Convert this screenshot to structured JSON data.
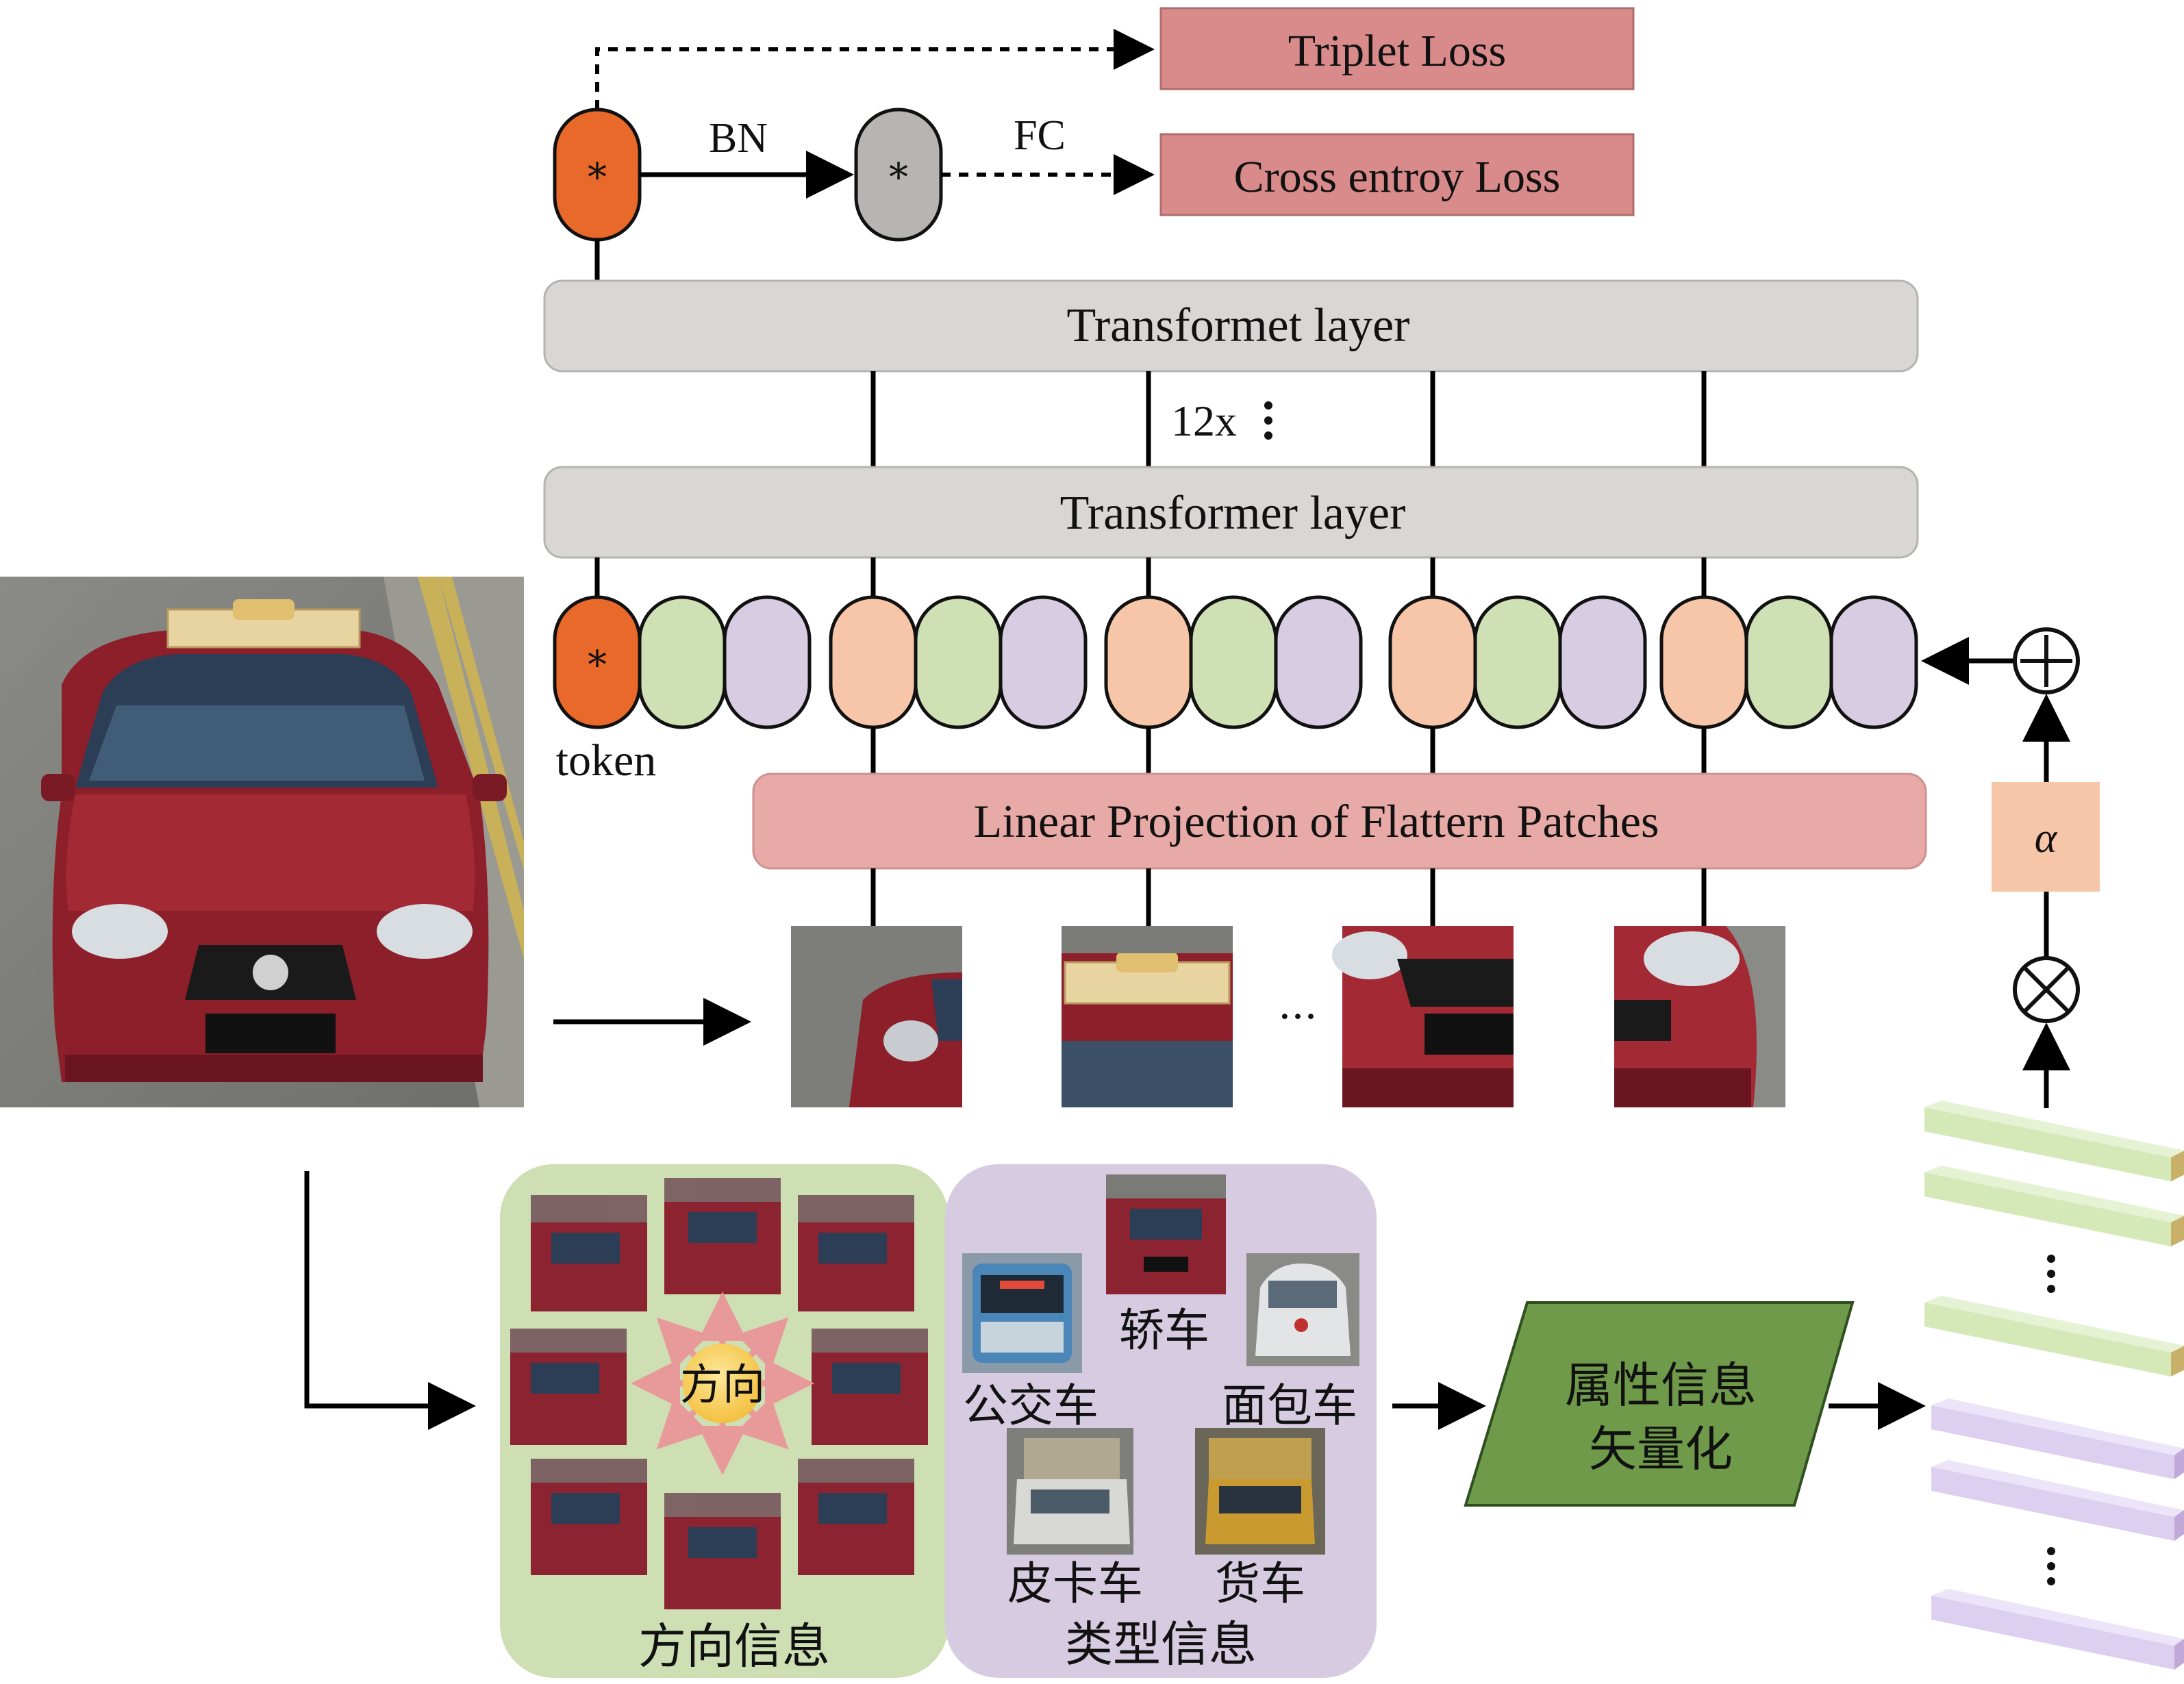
{
  "labels": {
    "triplet_loss": "Triplet Loss",
    "cross_loss": "Cross entroy Loss",
    "bn": "BN",
    "fc": "FC",
    "cls_star": "*",
    "bn_star": "*",
    "token_star": "*",
    "top_layer": "Transformet layer",
    "repeat": "12x",
    "bottom_layer": "Transformer layer",
    "token": "token",
    "linear_projection": "Linear Projection of Flattern Patches",
    "alpha": "α",
    "ellipsis": "···",
    "direction_center": "方向",
    "direction_info": "方向信息",
    "type_sedan": "轿车",
    "type_bus": "公交车",
    "type_van": "面包车",
    "type_pickup": "皮卡车",
    "type_truck": "货车",
    "type_info": "类型信息",
    "vectorize_line1": "属性信息",
    "vectorize_line2": "矢量化"
  },
  "colors": {
    "cls_token": "#e8692a",
    "bn_node": "#b9b4b4",
    "loss_box": "#d98b8b",
    "layer_bar": "#d9d6d6",
    "projection_bar": "#e7aaa6",
    "patch_orange": "#f7c6a8",
    "patch_green": "#cfe0b4",
    "patch_purple": "#d8cce2",
    "alpha_box": "#f7c6a8",
    "direction_panel": "#cfdfb4",
    "type_panel": "#d6cbe0",
    "vectorize_box": "#6f9a4a",
    "sun": "#f8d060",
    "green_bar": "#d4e8b8",
    "purple_bar": "#dccff0"
  }
}
